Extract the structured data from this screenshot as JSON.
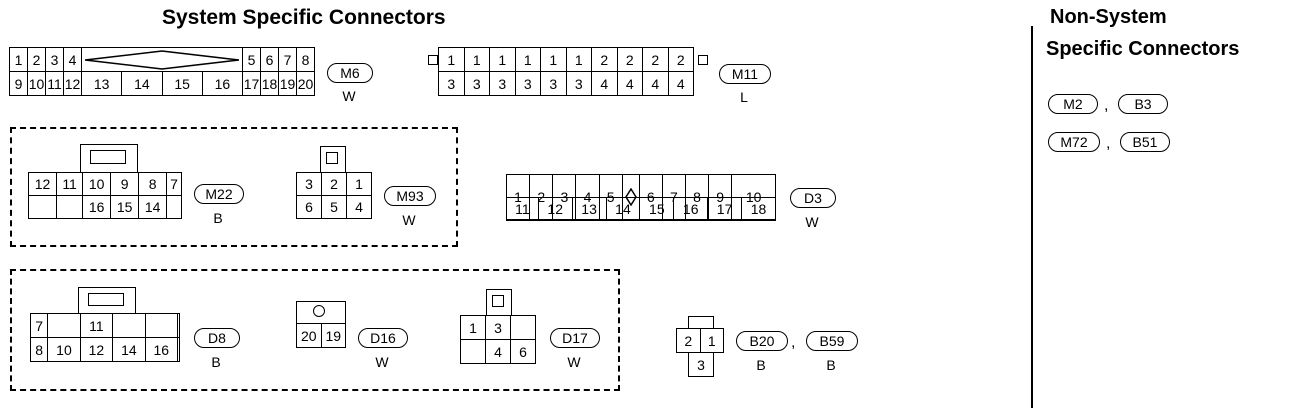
{
  "system_title": "System Specific Connectors",
  "non_system_title_1": "Non-System",
  "non_system_title_2": "Specific Connectors",
  "m6": {
    "row1": [
      "1",
      "2",
      "3",
      "4",
      "",
      "5",
      "6",
      "7",
      "8"
    ],
    "row2": [
      "9",
      "10",
      "11",
      "12",
      "13",
      "14",
      "15",
      "16",
      "17",
      "18",
      "19",
      "20"
    ],
    "tag": "M6",
    "color": "W"
  },
  "m11": {
    "row1": [
      "1",
      "1",
      "1",
      "1",
      "1",
      "1",
      "2",
      "2",
      "2",
      "2"
    ],
    "row2": [
      "3",
      "3",
      "3",
      "3",
      "3",
      "3",
      "4",
      "4",
      "4",
      "4"
    ],
    "tag": "M11",
    "color": "L"
  },
  "m22": {
    "row1": [
      "12",
      "11",
      "10",
      "9",
      "8",
      "7"
    ],
    "row2": [
      "",
      "",
      "16",
      "15",
      "14",
      ""
    ],
    "tag": "M22",
    "color": "B"
  },
  "m93": {
    "row1": [
      "3",
      "2",
      "1"
    ],
    "row2": [
      "6",
      "5",
      "4"
    ],
    "tag": "M93",
    "color": "W"
  },
  "d3": {
    "row1": [
      "1",
      "2",
      "3",
      "4",
      "5",
      "",
      "6",
      "7",
      "8",
      "9",
      "10"
    ],
    "row2": [
      "11",
      "12",
      "13",
      "14",
      "15",
      "16",
      "17",
      "18"
    ],
    "tag": "D3",
    "color": "W"
  },
  "d8": {
    "row1": [
      "7",
      "",
      "11",
      "",
      "",
      ""
    ],
    "row2": [
      "8",
      "10",
      "12",
      "14",
      "16",
      ""
    ],
    "tag": "D8",
    "color": "B"
  },
  "d16": {
    "row2": [
      "20",
      "19"
    ],
    "tag": "D16",
    "color": "W"
  },
  "d17": {
    "row1": [
      "1",
      "3",
      ""
    ],
    "row2": [
      "",
      "4",
      "6"
    ],
    "tag": "D17",
    "color": "W"
  },
  "b20": {
    "row1": [
      "2",
      "1"
    ],
    "row2": [
      "3"
    ],
    "tag1": "B20",
    "color1": "B",
    "tag2": "B59",
    "color2": "B",
    "sep": ","
  },
  "non_system": {
    "pair1": [
      "M2",
      "B3"
    ],
    "pair2": [
      "M72",
      "B51"
    ],
    "sep": ","
  }
}
